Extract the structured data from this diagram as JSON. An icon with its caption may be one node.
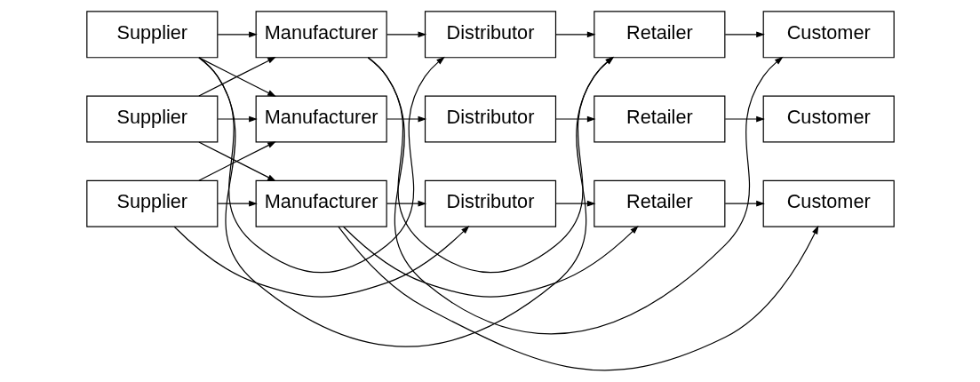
{
  "diagram": {
    "nodes": [
      {
        "text": [
          "Supplier"
        ]
      },
      {
        "text": [
          "Manufacturer"
        ]
      },
      {
        "text": [
          "Distributor"
        ]
      },
      {
        "text": [
          "Retailer"
        ]
      },
      {
        "text": [
          "Customer"
        ]
      },
      {
        "text": [
          "Supplier"
        ]
      },
      {
        "text": [
          "Manufacturer"
        ]
      },
      {
        "text": [
          "Distributor"
        ]
      },
      {
        "text": [
          "Retailer"
        ]
      },
      {
        "text": [
          "Customer"
        ]
      },
      {
        "text": [
          "Supplier"
        ]
      },
      {
        "text": [
          "Manufacturer"
        ]
      },
      {
        "text": [
          "Distributor"
        ]
      },
      {
        "text": [
          "Retailer"
        ]
      },
      {
        "text": [
          "Customer"
        ]
      }
    ],
    "edges": [
      {
        "from": 0,
        "to": 1,
        "arrow": "to"
      },
      {
        "from": 1,
        "to": 2,
        "arrow": "to"
      },
      {
        "from": 2,
        "to": 3,
        "arrow": "to"
      },
      {
        "from": 3,
        "to": 4,
        "arrow": "to"
      },
      {
        "from": 5,
        "to": 6,
        "arrow": "to"
      },
      {
        "from": 6,
        "to": 7,
        "arrow": "to"
      },
      {
        "from": 7,
        "to": 8,
        "arrow": "to"
      },
      {
        "from": 8,
        "to": 9,
        "arrow": "to"
      },
      {
        "from": 10,
        "to": 11,
        "arrow": "to"
      },
      {
        "from": 11,
        "to": 12,
        "arrow": "to"
      },
      {
        "from": 12,
        "to": 13,
        "arrow": "to"
      },
      {
        "from": 13,
        "to": 14,
        "arrow": "to"
      },
      {
        "from": 0,
        "to": 6,
        "arrow": "to"
      },
      {
        "from": 5,
        "to": 1,
        "arrow": "to"
      },
      {
        "from": 5,
        "to": 11,
        "arrow": "to"
      },
      {
        "from": 10,
        "to": 6,
        "arrow": "to"
      },
      {
        "from": 0,
        "to": 2,
        "arrow": "to"
      },
      {
        "from": 0,
        "to": 3,
        "arrow": "to"
      },
      {
        "from": 1,
        "to": 3,
        "arrow": "to"
      },
      {
        "from": 1,
        "to": 4,
        "arrow": "to"
      },
      {
        "from": 10,
        "to": 12,
        "arrow": "to"
      },
      {
        "from": 11,
        "to": 13,
        "arrow": "to"
      },
      {
        "from": 11,
        "to": 14,
        "arrow": "to"
      }
    ]
  }
}
